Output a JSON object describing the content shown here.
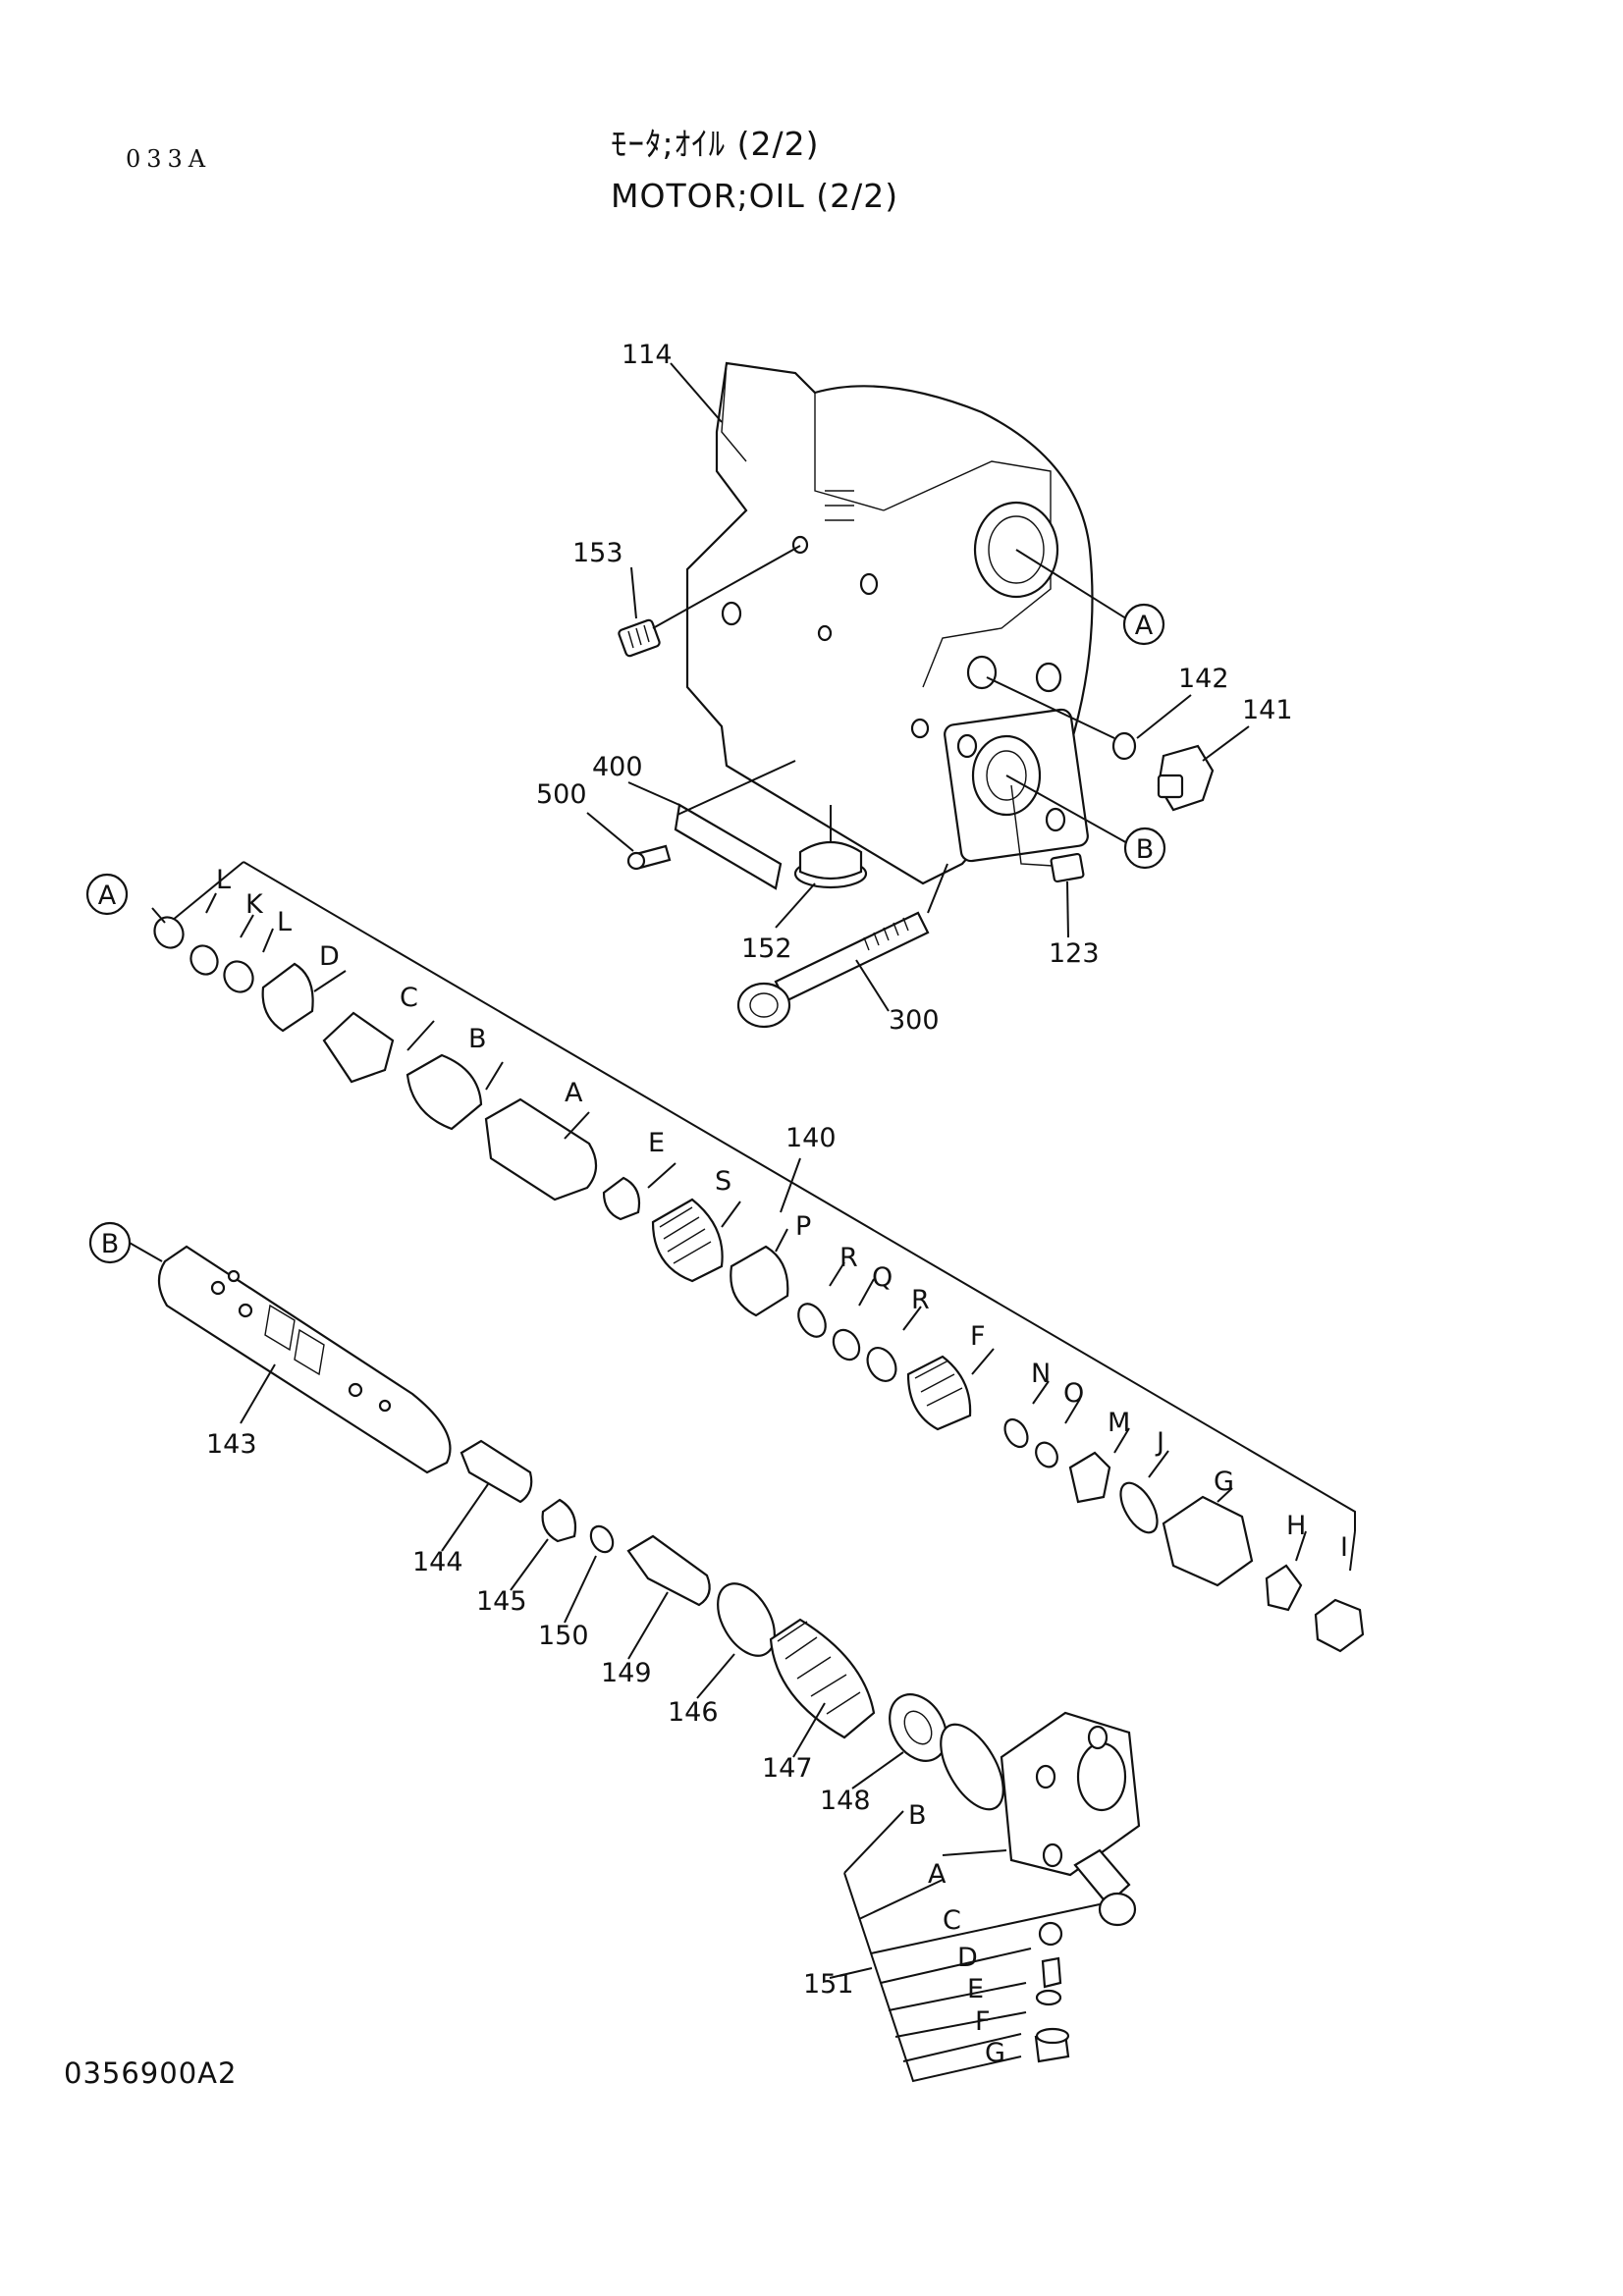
{
  "header": {
    "page_code": "033A",
    "title_jp": "ﾓｰﾀ;ｵｲﾙ (2/2)",
    "title_en": "MOTOR;OIL (2/2)"
  },
  "footer": {
    "drawing_number": "0356900A2"
  },
  "callouts": {
    "A": "A",
    "B": "B"
  },
  "parts": {
    "p114": "114",
    "p153": "153",
    "p142": "142",
    "p141": "141",
    "p400": "400",
    "p500": "500",
    "p152": "152",
    "p123": "123",
    "p300": "300",
    "p140": "140",
    "p143": "143",
    "p144": "144",
    "p145": "145",
    "p150": "150",
    "p149": "149",
    "p146": "146",
    "p147": "147",
    "p148": "148",
    "p151": "151"
  },
  "sub_140": {
    "L1": "L",
    "K": "K",
    "L2": "L",
    "D": "D",
    "C": "C",
    "B": "B",
    "A": "A",
    "E": "E",
    "S": "S",
    "P": "P",
    "R1": "R",
    "Q": "Q",
    "R2": "R",
    "F": "F",
    "N": "N",
    "O": "O",
    "M": "M",
    "J": "J",
    "G": "G",
    "H": "H",
    "I": "I"
  },
  "sub_151": {
    "B": "B",
    "A": "A",
    "C": "C",
    "D": "D",
    "E": "E",
    "F": "F",
    "G": "G"
  }
}
